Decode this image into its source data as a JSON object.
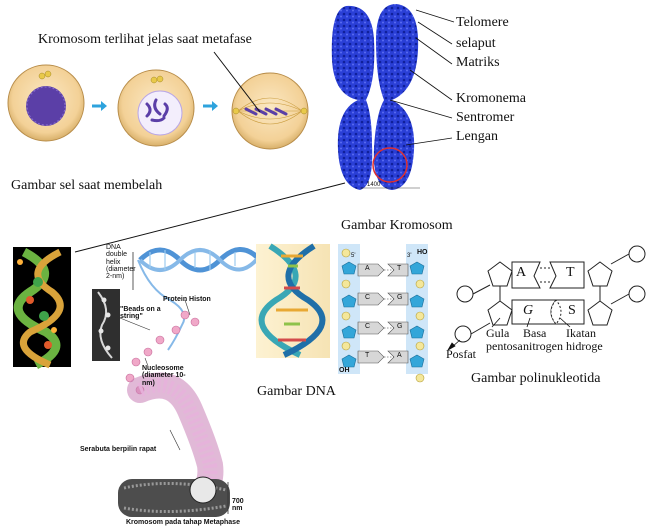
{
  "cell_division": {
    "caption": "Kromosom terlihat jelas saat metafase",
    "bottom_label": "Gambar sel saat membelah"
  },
  "chromosome": {
    "labels": [
      "Telomere",
      "selaput",
      "Matriks",
      "Kromonema",
      "Sentromer",
      "Lengan"
    ],
    "caption": "Gambar Kromosom",
    "scale": "1400"
  },
  "packing": {
    "dna_helix": "DNA double helix (diameter 2-nm)",
    "protein": "Protein Histon",
    "beads": "\"Beads on a string\"",
    "nucleosome": "Nucleosome (diameter 10-nm)",
    "coiled": "Serabuta berpilin rapat",
    "size": "700 nm",
    "metaphase": "Kromosom pada tahap Metaphase"
  },
  "dna": {
    "caption": "Gambar DNA",
    "bases_left": [
      "A",
      "C",
      "C",
      "T"
    ],
    "bases_right": [
      "T",
      "G",
      "G",
      "A"
    ],
    "label_ho": "HO",
    "label_oh": "OH",
    "label_5p_top": "5'",
    "label_3p_top": "3'"
  },
  "polynucleotide": {
    "caption": "Gambar polinukleotida",
    "base_a": "A",
    "base_t": "T",
    "base_g": "G",
    "base_s": "S",
    "gula": "Gula pentosa",
    "basa": "Basa nitrogen",
    "ikatan": "Ikatan hidroge",
    "posfat": "Posfat"
  },
  "colors": {
    "chromosome_blue": "#1f37c9",
    "helix_blue": "#4f93d6",
    "cell_fill": "#f6d9a2",
    "arrow_blue": "#2ea3dd"
  }
}
